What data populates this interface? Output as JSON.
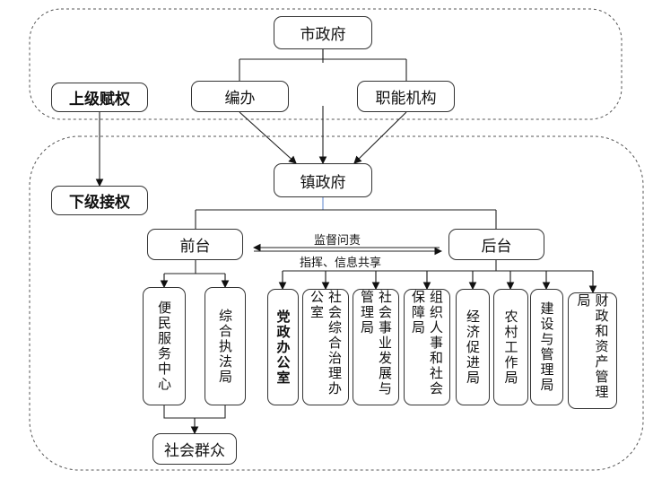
{
  "top_nodes": {
    "city": "市政府",
    "bianban": "编办",
    "functional": "职能机构",
    "upper": "上级赋权",
    "lower": "下级接权",
    "town": "镇政府"
  },
  "front": "前台",
  "back": "后台",
  "arrows": {
    "up": "监督问责",
    "down": "指挥、信息共享"
  },
  "front_units": [
    "便民服务中心",
    "综合执法局"
  ],
  "public": "社会群众",
  "back_units": [
    "党政办公室",
    "社会综合治理办公室",
    "社会事业发展与管理局",
    "组织人事和社会保障局",
    "经济促进局",
    "农村工作局",
    "建设与管理局",
    "财政和资产管理局"
  ]
}
